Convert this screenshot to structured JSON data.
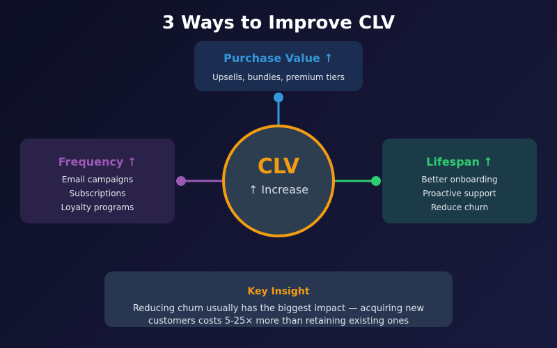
{
  "title": "3 Ways to Improve CLV",
  "center": {
    "label": "CLV",
    "sublabel": "↑ Increase"
  },
  "levers": {
    "purchase_value": {
      "title": "Purchase Value ↑",
      "lines": [
        "Upsells, bundles, premium tiers"
      ]
    },
    "frequency": {
      "title": "Frequency ↑",
      "lines": [
        "Email campaigns",
        "Subscriptions",
        "Loyalty programs"
      ]
    },
    "lifespan": {
      "title": "Lifespan ↑",
      "lines": [
        "Better onboarding",
        "Proactive support",
        "Reduce churn"
      ]
    }
  },
  "insight": {
    "title": "Key Insight",
    "lines": [
      "Reducing churn usually has the biggest impact — acquiring new",
      "customers costs 5-25× more than retaining existing ones"
    ]
  },
  "colors": {
    "center": "#f39c12",
    "purchase_value": "#3498db",
    "frequency": "#9b59b6",
    "lifespan": "#2ecc71"
  }
}
